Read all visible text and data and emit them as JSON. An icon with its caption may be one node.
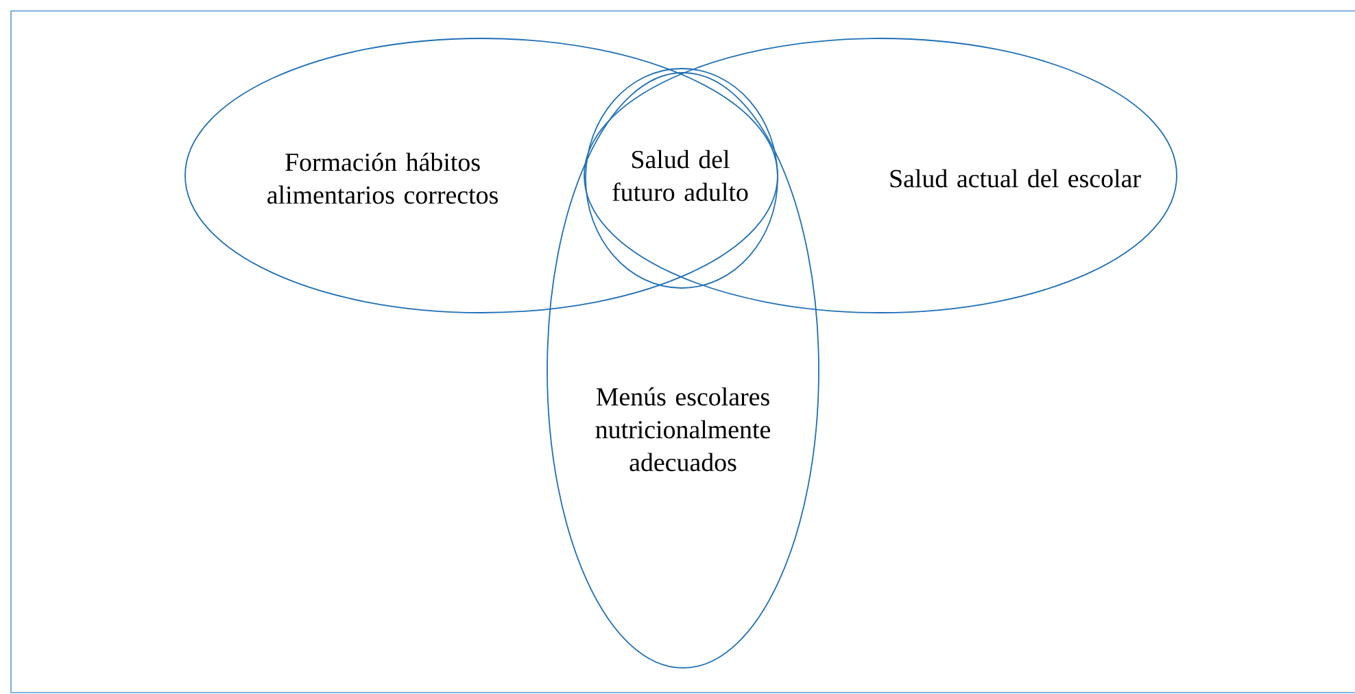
{
  "diagram": {
    "nodes": [
      {
        "text": [
          "Formación hábitos alimentarios correctos"
        ]
      },
      {
        "text": [
          "Salud actual del escolar"
        ]
      },
      {
        "text": [
          "Salud del futuro adulto"
        ]
      },
      {
        "text": [
          "Menús escolares nutricionalmente adecuados"
        ]
      }
    ]
  }
}
